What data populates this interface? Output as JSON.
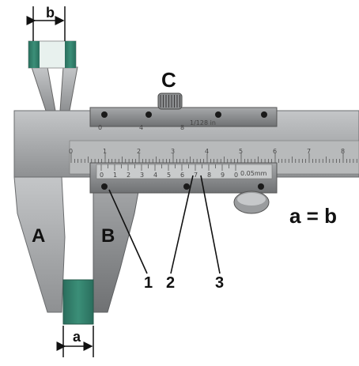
{
  "labels": {
    "jaw_left": "A",
    "jaw_right": "B",
    "clamp_screw": "C",
    "upper_width": "b",
    "lower_width": "a",
    "equation": "a = b",
    "callout_1": "1",
    "callout_2": "2",
    "callout_3": "3"
  },
  "main_scale": {
    "major_marks": [
      "0",
      "1",
      "2",
      "3",
      "4",
      "5",
      "6",
      "7",
      "8"
    ]
  },
  "inch_scale": {
    "marks": [
      "0",
      "4",
      "8"
    ],
    "note": "1/128 in"
  },
  "vernier_scale": {
    "marks": [
      "0",
      "1",
      "2",
      "3",
      "4",
      "5",
      "6",
      "7",
      "8",
      "9",
      "0"
    ],
    "note": "0.05mm"
  },
  "colors": {
    "steel": "#a9abad",
    "steel_dark": "#7c7e80",
    "slider": "#909294",
    "green_block": "#2f7d6a",
    "callout_line": "#111111"
  }
}
